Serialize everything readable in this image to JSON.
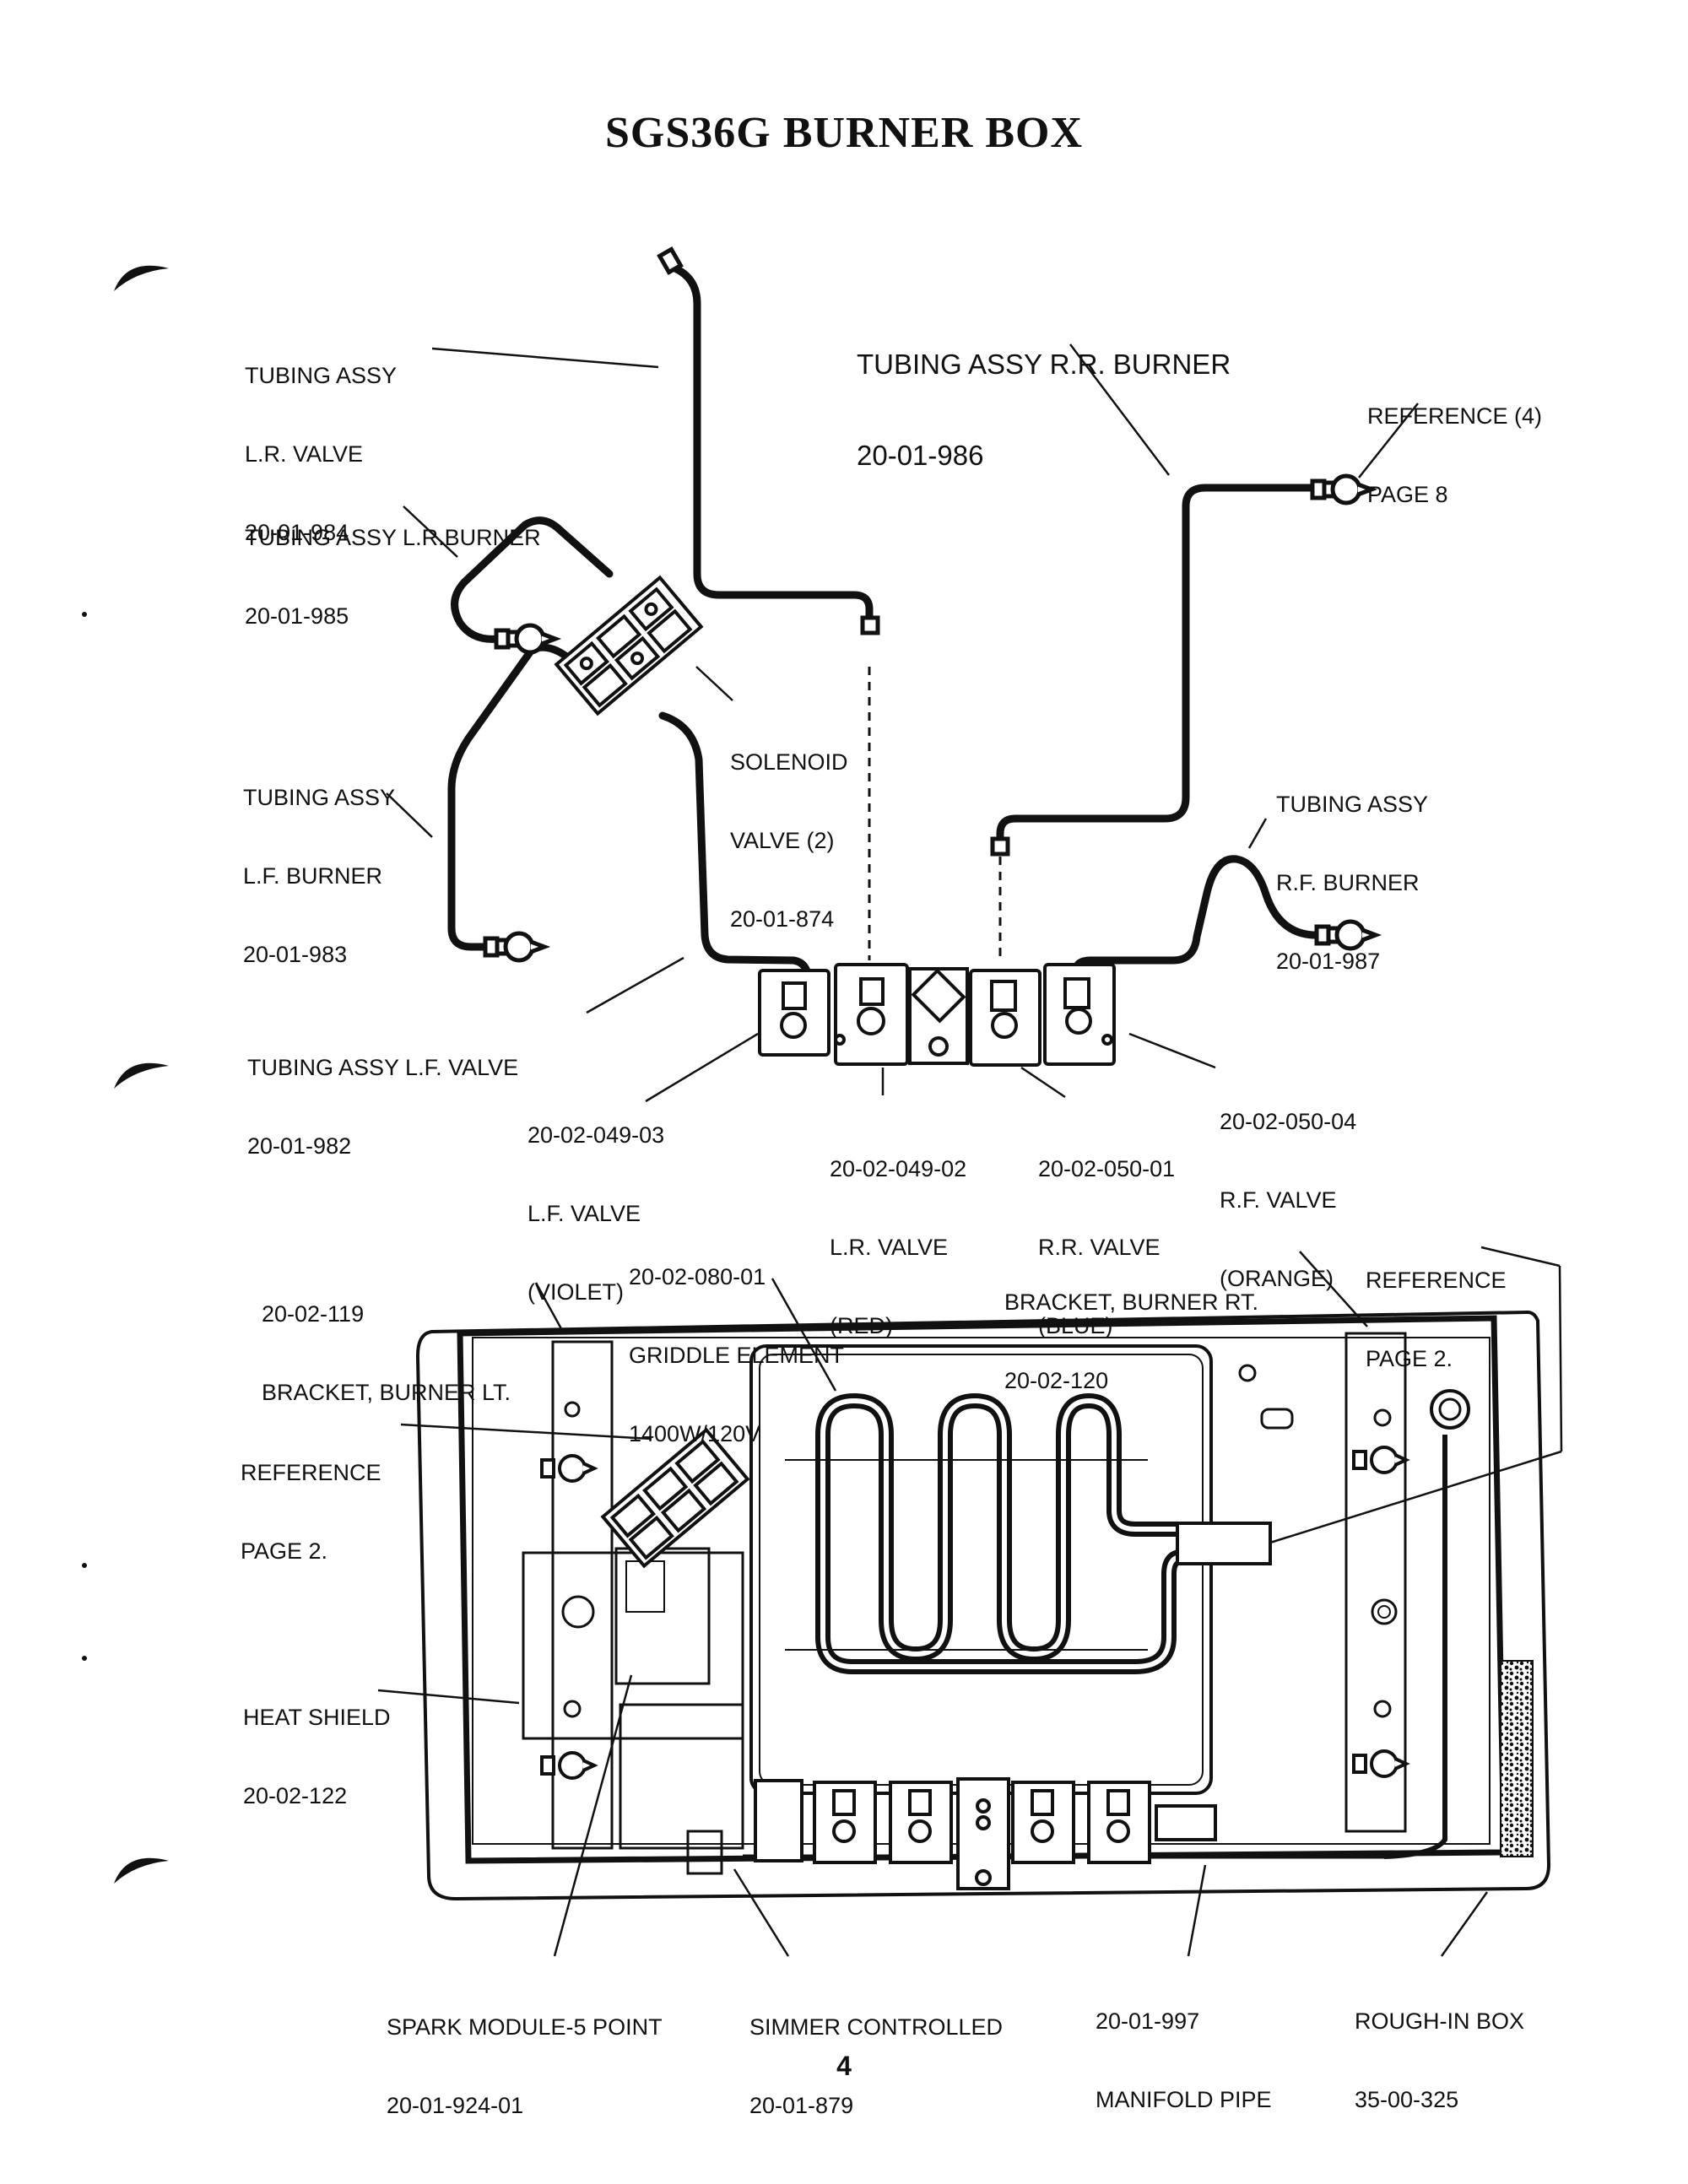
{
  "title": "SGS36G BURNER BOX",
  "page_number": "4",
  "upper_labels": {
    "tubing_lr_valve": [
      "TUBING ASSY",
      "L.R. VALVE",
      "20-01-984"
    ],
    "tubing_rr_burner": [
      "TUBING ASSY R.R. BURNER",
      "20-01-986"
    ],
    "reference_4": [
      "REFERENCE (4)",
      "PAGE 8"
    ],
    "tubing_lr_burner": [
      "TUBING ASSY L.R.BURNER",
      "20-01-985"
    ],
    "solenoid_valve": [
      "SOLENOID",
      "VALVE (2)",
      "20-01-874"
    ],
    "tubing_lf_burner": [
      "TUBING ASSY",
      "L.F. BURNER",
      "20-01-983"
    ],
    "tubing_rf_burner": [
      "TUBING ASSY",
      "R.F. BURNER",
      "20-01-987"
    ],
    "tubing_lf_valve": [
      "TUBING ASSY L.F. VALVE",
      "20-01-982"
    ],
    "lf_valve": [
      "20-02-049-03",
      "L.F. VALVE",
      "(VIOLET)"
    ],
    "lr_valve": [
      "20-02-049-02",
      "L.R. VALVE",
      "(RED)"
    ],
    "rr_valve": [
      "20-02-050-01",
      "R.R. VALVE",
      "(BLUE)"
    ],
    "rf_valve": [
      "20-02-050-04",
      "R.F. VALVE",
      "(ORANGE)"
    ]
  },
  "lower_labels": {
    "bracket_lt": [
      "20-02-119",
      "BRACKET, BURNER LT."
    ],
    "griddle_element": [
      "20-02-080-01",
      "GRIDDLE ELEMENT",
      "1400W/120V"
    ],
    "bracket_rt": [
      "BRACKET, BURNER RT.",
      "20-02-120"
    ],
    "reference_page2_right": [
      "REFERENCE",
      "PAGE 2."
    ],
    "reference_page2_left": [
      "REFERENCE",
      "PAGE 2."
    ],
    "heat_shield": [
      "HEAT SHIELD",
      "20-02-122"
    ],
    "spark_module": [
      "SPARK MODULE-5 POINT",
      "20-01-924-01"
    ],
    "simmer_controlled": [
      "SIMMER CONTROLLED",
      "20-01-879"
    ],
    "manifold_pipe": [
      "20-01-997",
      "MANIFOLD PIPE"
    ],
    "rough_in_box": [
      "ROUGH-IN BOX",
      "35-00-325"
    ]
  }
}
